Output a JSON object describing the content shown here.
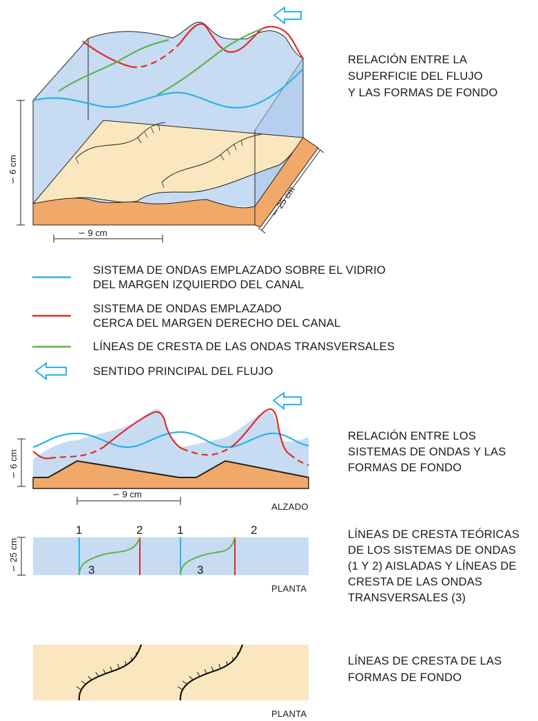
{
  "colors": {
    "water": "#c7dbf3",
    "sand": "#fbe7bf",
    "sediment": "#f0a968",
    "blue_wave": "#2ab3e6",
    "red_wave": "#e32922",
    "green_crest": "#5bb545",
    "arrow": "#2ab3e6"
  },
  "block_diagram": {
    "caption": [
      "RELACIÓN ENTRE LA",
      "SUPERFICIE DEL FLUJO",
      "Y LAS FORMAS DE FONDO"
    ],
    "dim_height": "∽ 6 cm",
    "dim_width": "∽ 9 cm",
    "dim_depth": "∽ 25 cm",
    "flow_icon": "left-arrow-icon"
  },
  "legend": [
    {
      "color_key": "blue_wave",
      "lines": [
        "SISTEMA DE ONDAS EMPLAZADO SOBRE EL VIDRIO",
        "DEL MARGEN IZQUIERDO DEL CANAL"
      ]
    },
    {
      "color_key": "red_wave",
      "lines": [
        "SISTEMA DE ONDAS EMPLAZADO",
        "CERCA DEL MARGEN DERECHO DEL CANAL"
      ]
    },
    {
      "color_key": "green_crest",
      "lines": [
        "LÍNEAS DE CRESTA DE LAS ONDAS TRANSVERSALES"
      ]
    },
    {
      "icon": "left-arrow-icon",
      "lines": [
        "SENTIDO PRINCIPAL DEL FLUJO"
      ]
    }
  ],
  "elevation": {
    "caption": [
      "RELACIÓN ENTRE LOS",
      "SISTEMAS DE ONDAS Y LAS",
      "FORMAS DE FONDO"
    ],
    "view_label": "ALZADO",
    "dim_height": "∽ 6 cm",
    "dim_width": "∽ 9 cm"
  },
  "plan_waves": {
    "caption": [
      "LÍNEAS DE CRESTA TEÓRICAS",
      "DE LOS SISTEMAS DE ONDAS",
      "(1 Y 2) AISLADAS Y LÍNEAS DE",
      "CRESTA DE LAS ONDAS",
      "TRANSVERSALES (3)"
    ],
    "view_label": "PLANTA",
    "dim_depth": "∽ 25 cm",
    "markers": [
      "1",
      "2",
      "1",
      "2",
      "3",
      "3"
    ]
  },
  "plan_bedforms": {
    "caption": [
      "LÍNEAS DE CRESTA DE LAS",
      "FORMAS DE FONDO"
    ],
    "view_label": "PLANTA"
  }
}
